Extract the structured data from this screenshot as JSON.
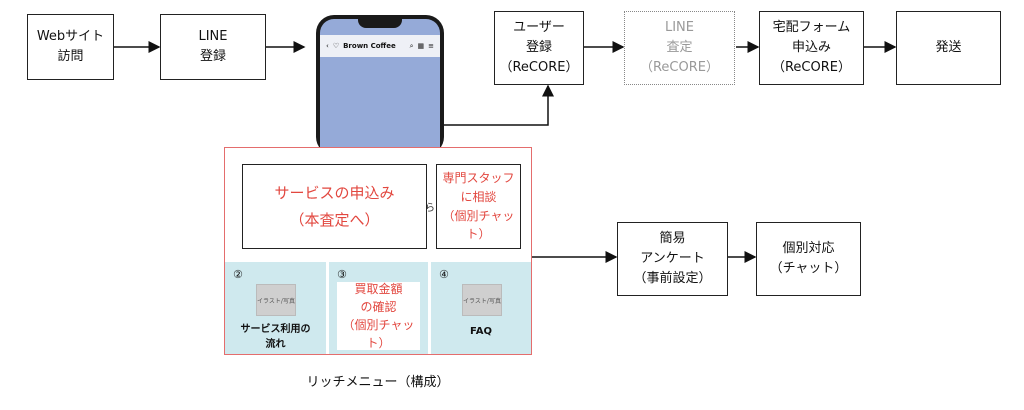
{
  "flow": {
    "web_visit": "Webサイト\n訪問",
    "line_register": "LINE\n登録",
    "user_register": "ユーザー\n登録\n（ReCORE）",
    "line_assess": "LINE\n査定\n（ReCORE）",
    "delivery_form": "宅配フォーム\n申込み\n（ReCORE）",
    "ship": "発送",
    "survey": "簡易\nアンケート\n（事前設定）",
    "individual": "個別対応\n（チャット）"
  },
  "phone": {
    "app_title": "Brown Coffee"
  },
  "rich_menu": {
    "apply": "サービスの申込み\n（本査定へ）",
    "consult": "専門スタッフ\nに相談\n（個別チャット）",
    "hidden_char": "ら",
    "cells": [
      {
        "num": "②",
        "label": "サービス利用の\n流れ",
        "placeholder": "イラスト/写真"
      },
      {
        "num": "③",
        "label": "買取金額\nの確認\n（個別チャット）"
      },
      {
        "num": "④",
        "label": "FAQ",
        "placeholder": "イラスト/写真"
      }
    ],
    "caption": "リッチメニュー（構成）"
  }
}
